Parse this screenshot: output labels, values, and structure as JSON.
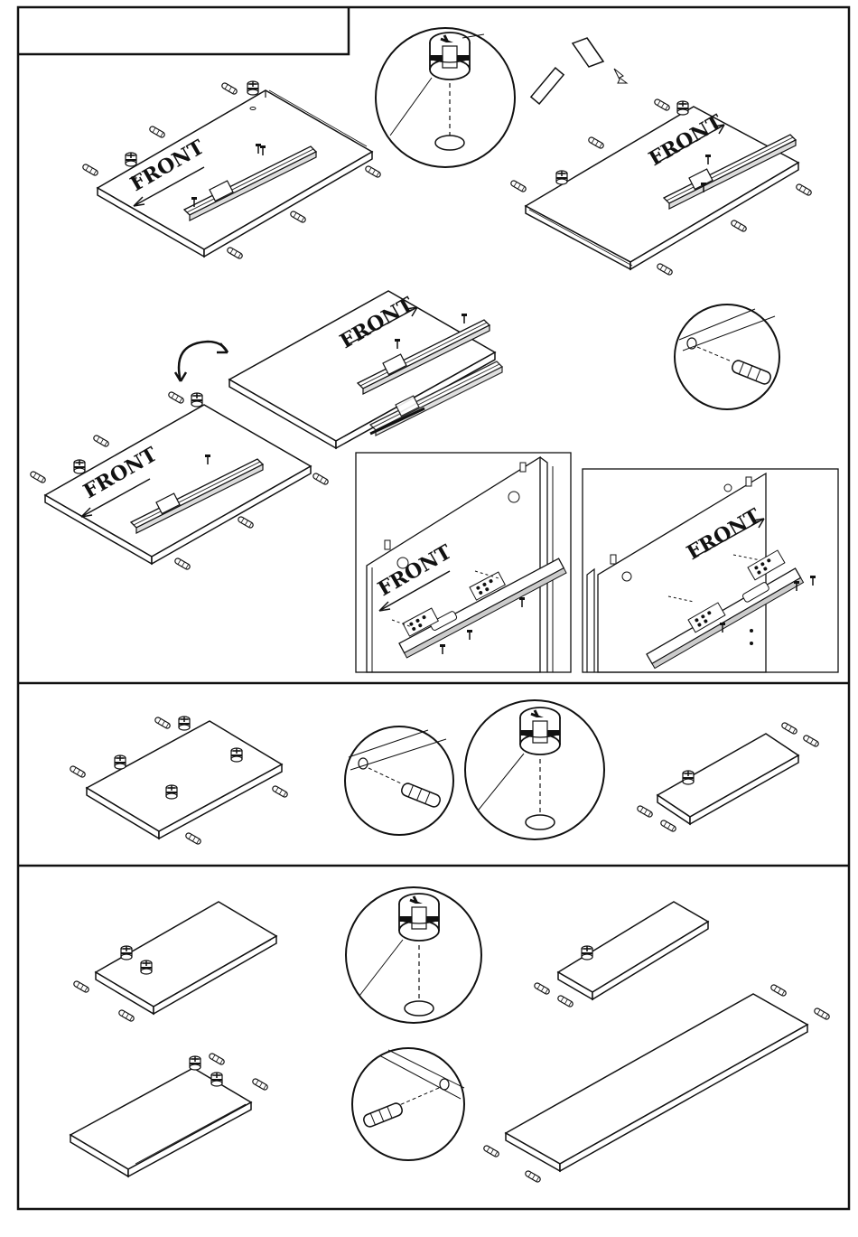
{
  "sheet": {
    "header_box_text": "",
    "front_labels": [
      "FRONT",
      "FRONT",
      "FRONT",
      "FRONT",
      "FRONT",
      "FRONT"
    ]
  },
  "sections": [
    {
      "name": "drawer-runner-attachment",
      "steps": 9
    },
    {
      "name": "shelf-cam-and-dowel",
      "steps": 4
    },
    {
      "name": "panel-cam-and-dowel",
      "steps": 6
    }
  ]
}
